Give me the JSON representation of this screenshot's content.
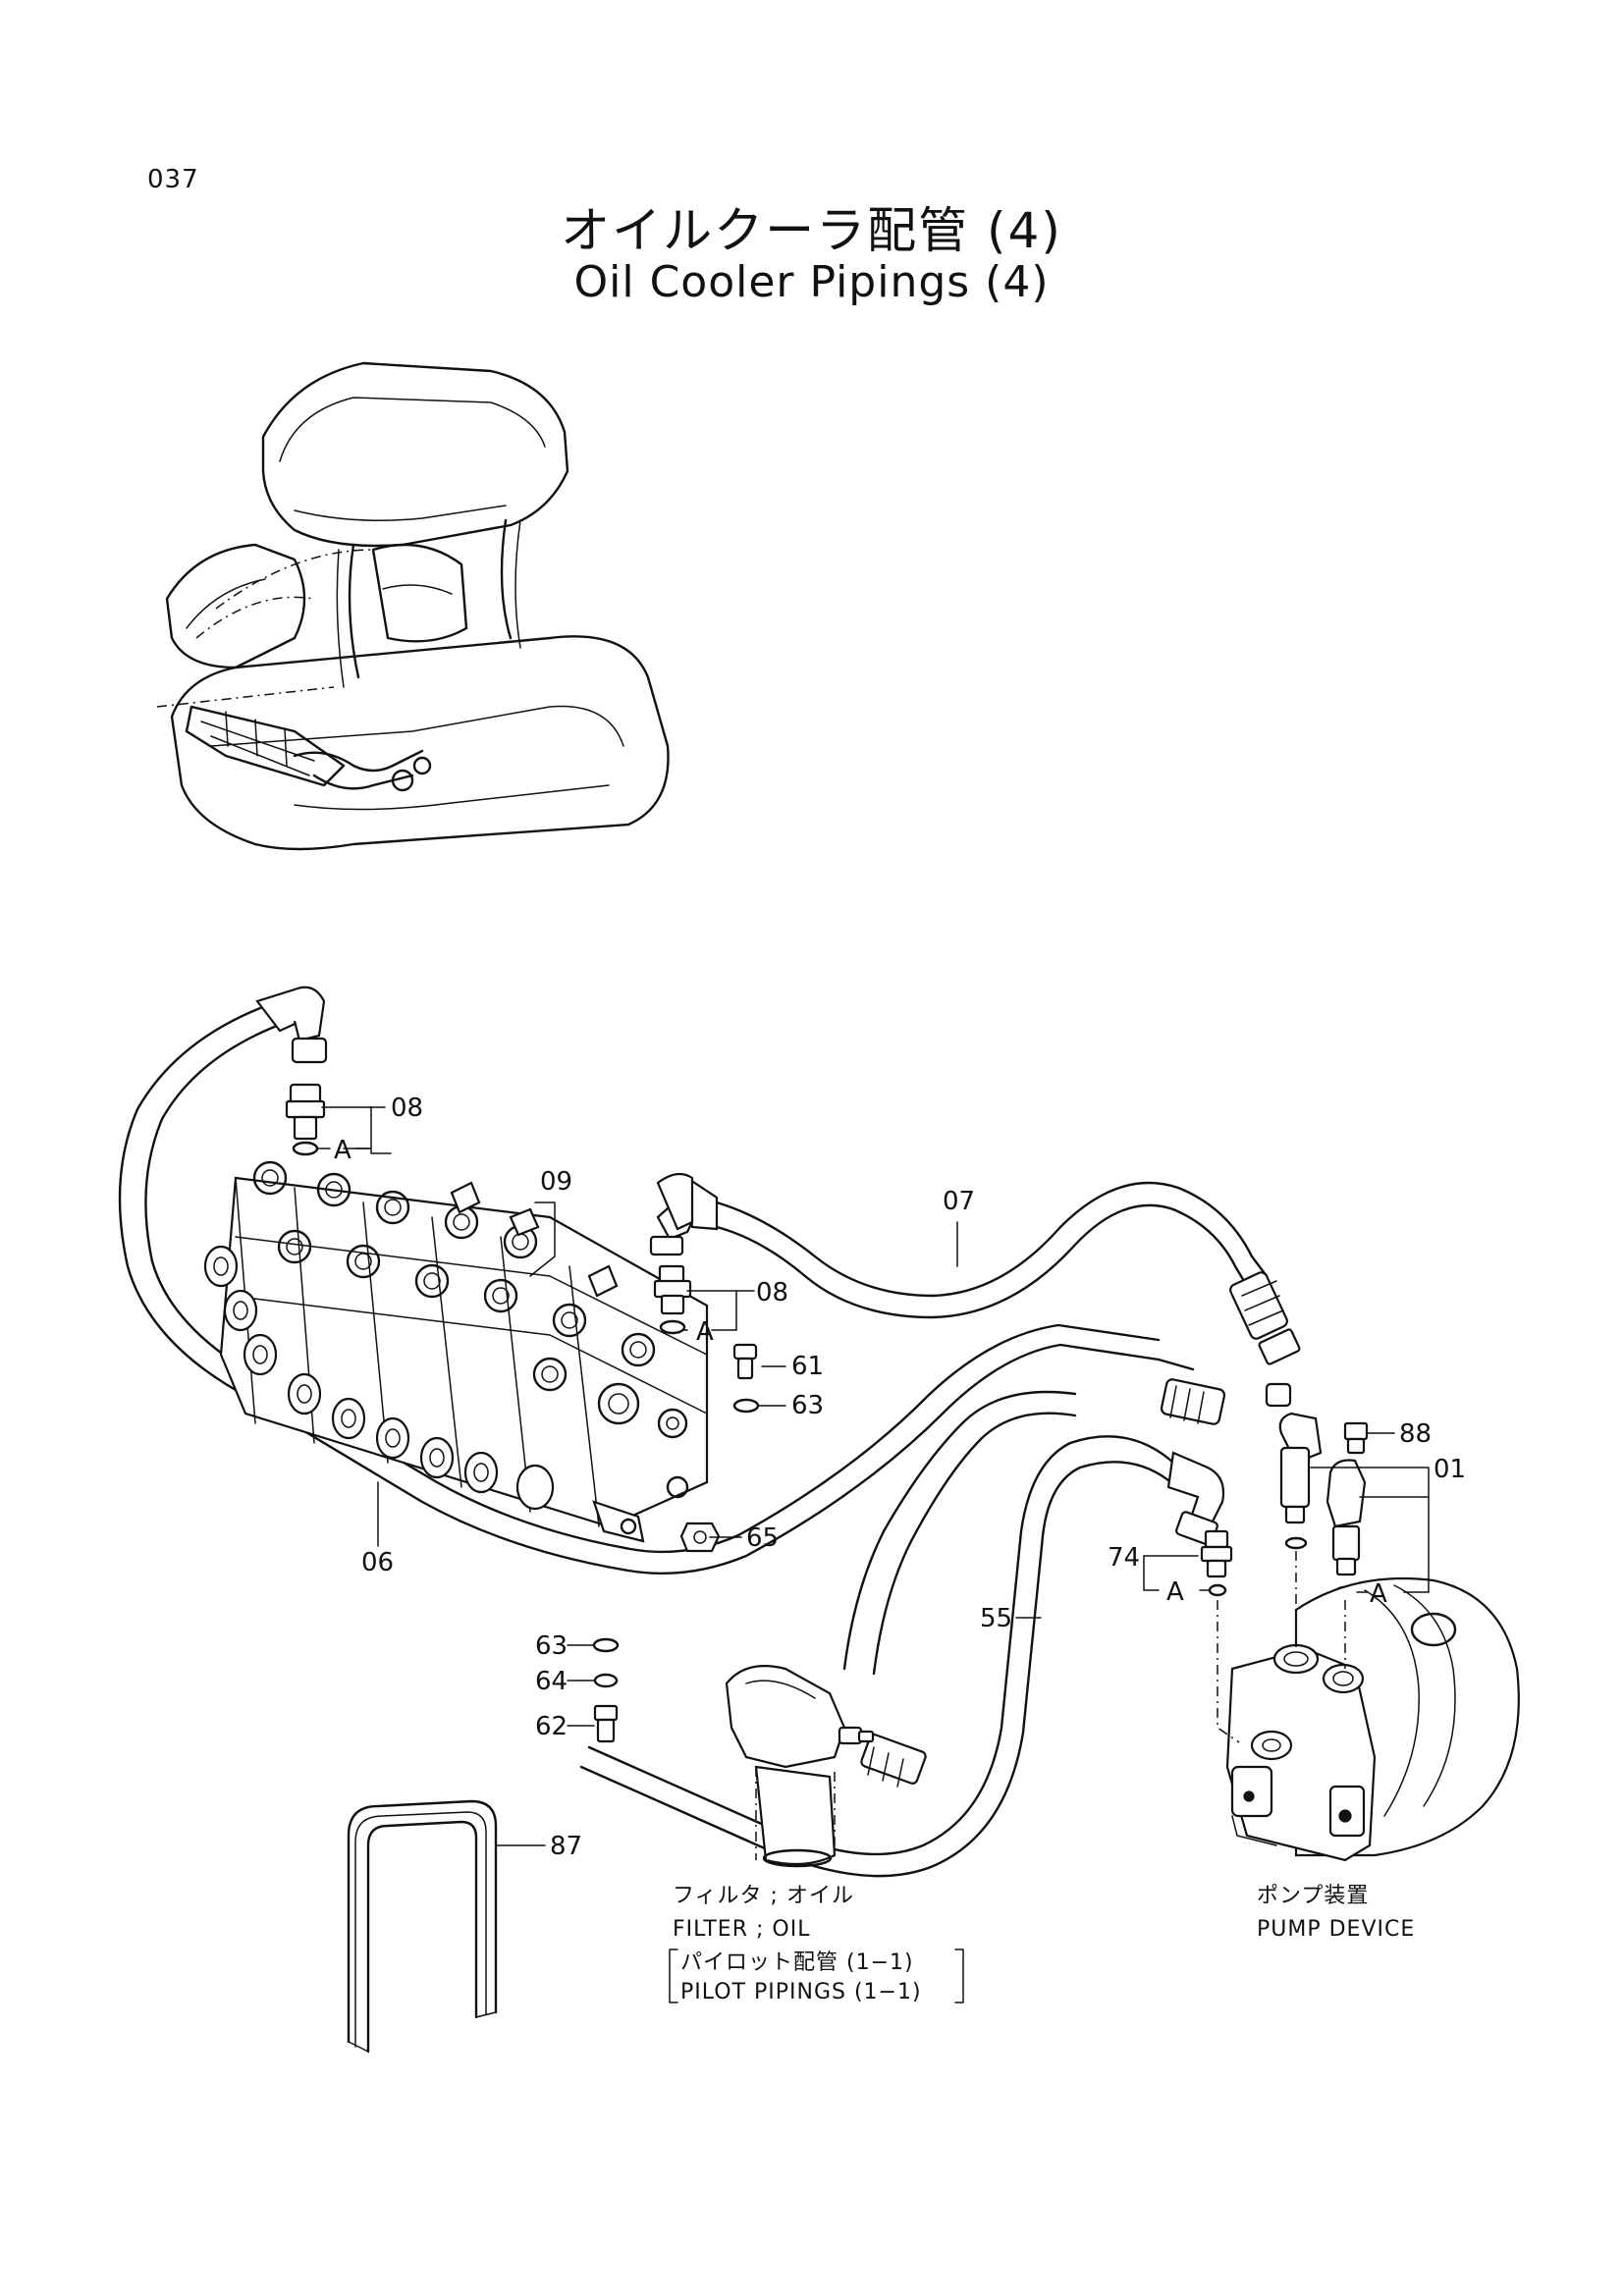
{
  "page_number": "037",
  "title_ja": "オイルクーラ配管 (4)",
  "title_en": "Oil Cooler Pipings (4)",
  "callouts": {
    "p08a": "08",
    "p08b": "08",
    "p09": "09",
    "p07": "07",
    "p61": "61",
    "p63a": "63",
    "p06": "06",
    "p65": "65",
    "p88": "88",
    "p01": "01",
    "p74": "74",
    "p55": "55",
    "p63b": "63",
    "p64": "64",
    "p62": "62",
    "p87": "87",
    "refA1": "A",
    "refA2": "A",
    "refA3": "A",
    "refA4": "A"
  },
  "labels": {
    "filter_ja": "フィルタ ; オイル",
    "filter_en": "FILTER ; OIL",
    "pilot_ja": "パイロット配管 (1−1)",
    "pilot_en": "PILOT PIPINGS (1−1)",
    "pump_ja": "ポンプ装置",
    "pump_en": "PUMP DEVICE"
  }
}
